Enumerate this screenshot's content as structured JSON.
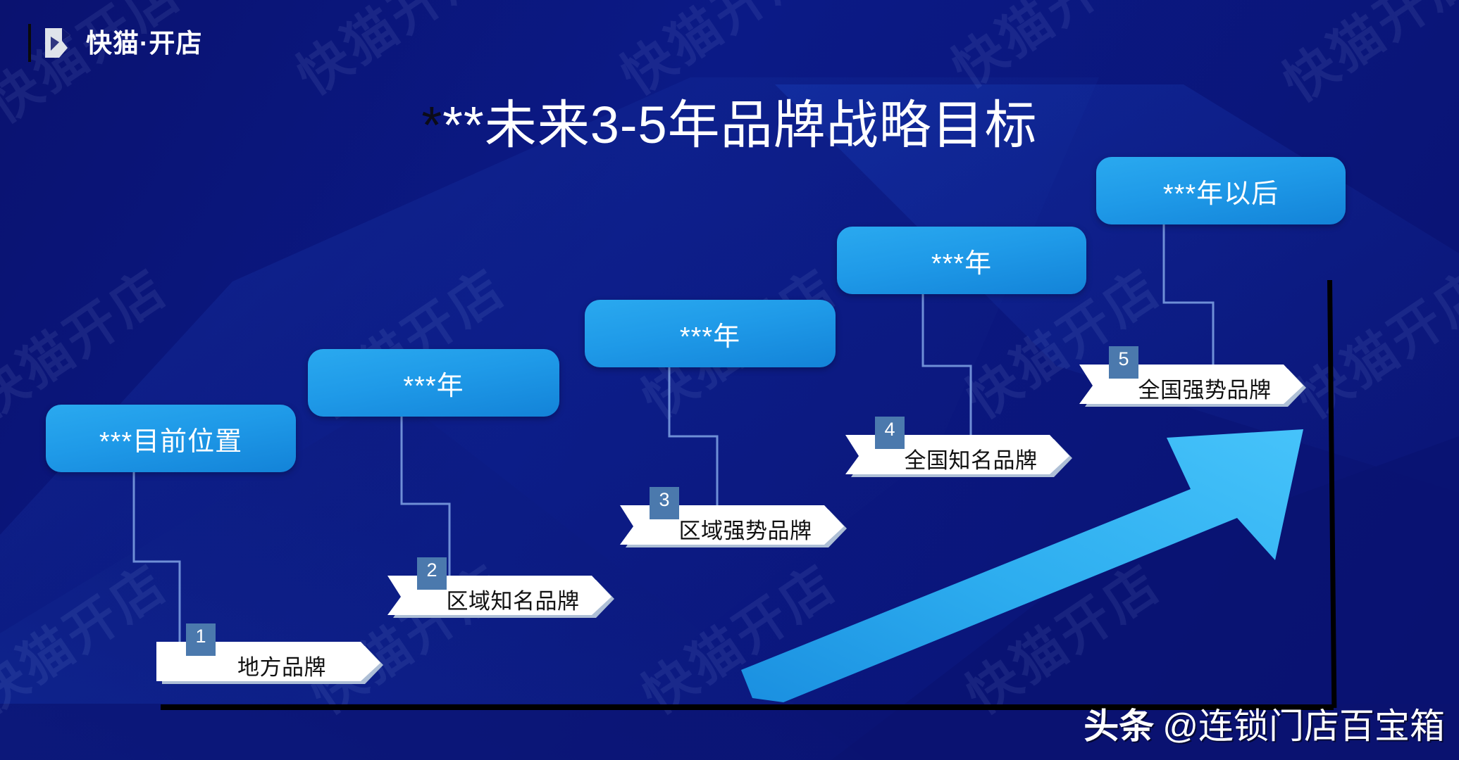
{
  "brand": {
    "logo_text": "快猫·开店",
    "logo_icon": "cat-mark-icon"
  },
  "title": {
    "prefix_asterisk": "*",
    "rest": "**未来3-5年品牌战略目标",
    "full": "***未来3-5年品牌战略目标"
  },
  "stages": [
    {
      "label": "***目前位置"
    },
    {
      "label": "***年"
    },
    {
      "label": "***年"
    },
    {
      "label": "***年"
    },
    {
      "label": "***年以后"
    }
  ],
  "callouts": [
    {
      "number": "1",
      "label": "地方品牌"
    },
    {
      "number": "2",
      "label": "区域知名品牌"
    },
    {
      "number": "3",
      "label": "区域强势品牌"
    },
    {
      "number": "4",
      "label": "全国知名品牌"
    },
    {
      "number": "5",
      "label": "全国强势品牌"
    }
  ],
  "watermark": {
    "text": "快猫开店"
  },
  "channel": {
    "platform": "头条",
    "handle": "@连锁门店百宝箱"
  },
  "colors": {
    "background_deep": "#0a1270",
    "background_mid": "#0b1a86",
    "stage_box_light": "#2aa9ef",
    "stage_box_dark": "#1383d8",
    "badge": "#4b79ad",
    "banner_fill": "#ffffff",
    "banner_shadow": "#8ea5c4",
    "axis_line": "#000000",
    "arrow_light": "#35b5f2",
    "arrow_dark": "#1186dd",
    "connector_line": "#6f8fd6"
  }
}
